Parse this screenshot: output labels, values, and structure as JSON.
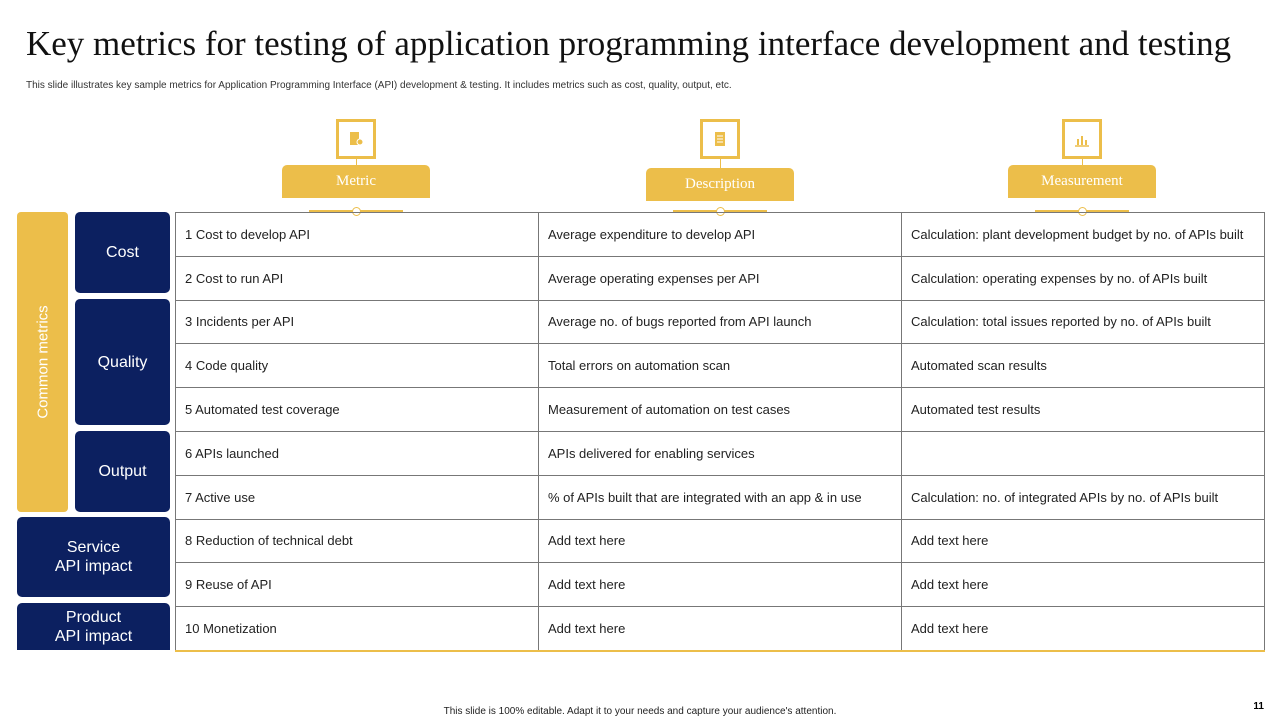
{
  "title": "Key metrics for testing of application programming interface development and testing",
  "subtitle": "This slide illustrates key sample metrics  for Application Programming  Interface (API) development & testing. It includes metrics such as cost, quality, output, etc.",
  "colors": {
    "gold": "#ECBE4A",
    "navy": "#0C2060"
  },
  "headers": [
    {
      "label": "Metric",
      "icon": "document-gear-icon"
    },
    {
      "label": "Description",
      "icon": "document-list-icon"
    },
    {
      "label": "Measurement",
      "icon": "bar-chart-icon"
    }
  ],
  "side": {
    "group": "Common metrics",
    "cost": "Cost",
    "quality": "Quality",
    "output": "Output",
    "service": "Service\nAPI impact",
    "product": "Product\nAPI impact"
  },
  "rows": [
    [
      "1  Cost to develop  API",
      "Average  expenditure  to develop  API",
      "Calculation:  plant development   budget by no. of APIs built"
    ],
    [
      "2  Cost to run  API",
      "Average  operating expenses per API",
      "Calculation:  operating expenses by no. of APIs built"
    ],
    [
      "3  Incidents per API",
      "Average  no. of bugs reported from API launch",
      "Calculation:  total issues reported  by no. of APIs built"
    ],
    [
      "4  Code  quality",
      "Total errors  on automation scan",
      "Automated scan results"
    ],
    [
      "5  Automated test coverage",
      "Measurement  of automation  on test cases",
      "Automated test results"
    ],
    [
      "6  APIs launched",
      "APIs delivered  for enabling  services",
      ""
    ],
    [
      "7  Active use",
      "% of APIs built that are integrated with an app & in use",
      "Calculation:  no. of integrated APIs by no. of APIs built"
    ],
    [
      "8  Reduction of technical debt",
      "Add text here",
      "Add text here"
    ],
    [
      "9  Reuse  of API",
      "Add text here",
      "Add text here"
    ],
    [
      "10 Monetization",
      "Add text here",
      "Add text here"
    ]
  ],
  "footer": "This slide is 100% editable.  Adapt it to your needs and capture your audience's attention.",
  "page_number": "11"
}
